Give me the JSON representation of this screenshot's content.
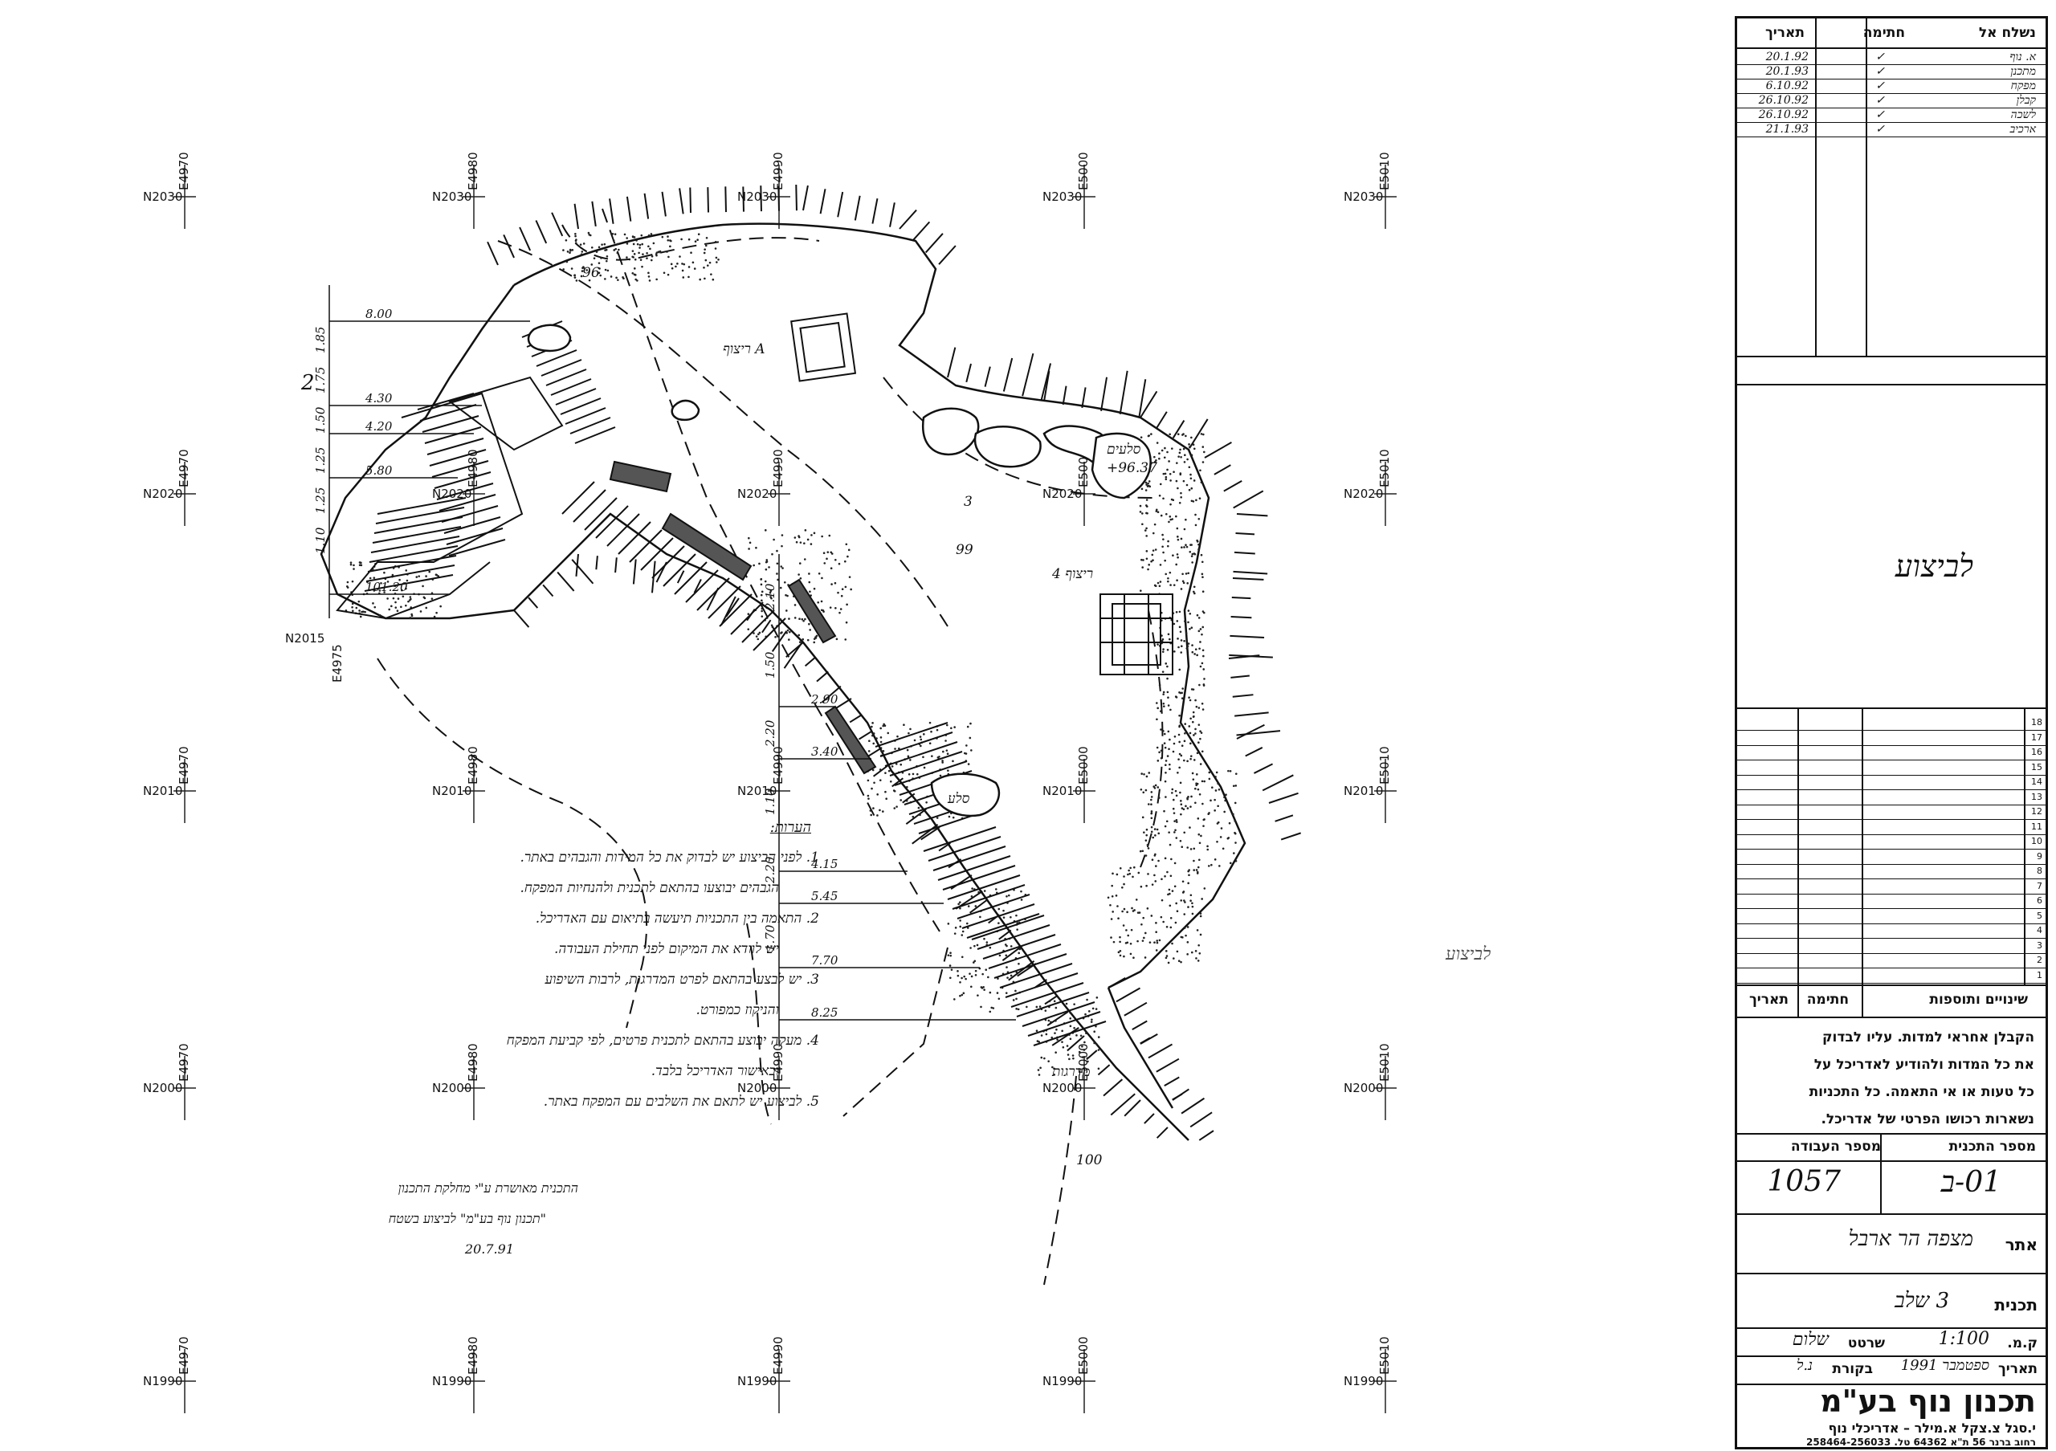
{
  "grid": {
    "north_labels": [
      "N2030",
      "N2020",
      "N2010",
      "N2000",
      "N1990"
    ],
    "east_labels": [
      "E4970",
      "E4980",
      "E4990",
      "E5000",
      "E5010"
    ],
    "extra_labels": [
      "N2015",
      "E4975"
    ]
  },
  "plan_labels": {
    "area_a": "ריצוף A",
    "area_4": "4 ריצוף",
    "stone_label": "סלע",
    "rocks_label": "סלעים",
    "rock_level": "+96.37",
    "steps_label": "מדרגות",
    "level_100": "100",
    "level_96": "96",
    "level_99": "99",
    "note_3": "3",
    "note_2": "2"
  },
  "dimensions": {
    "left": [
      "8.00",
      "4.30",
      "4.20",
      "5.80",
      "101.20"
    ],
    "lower": [
      "2.90",
      "3.40",
      "4.15",
      "5.45",
      "7.70",
      "8.25"
    ],
    "vertical": [
      "1.85",
      "1.75",
      "1.50",
      "1.25",
      "1.25",
      "1.10",
      "2.10",
      "1.50",
      "2.20",
      "1.10",
      "2.20",
      "1.70"
    ]
  },
  "notes": {
    "heading": "הערות:",
    "lines": [
      "1. לפני הביצוע יש לבדוק את כל המידות והגבהים באתר.",
      "   הגבהים יבוצעו בהתאם לתכנית ולהנחיות המפקח.",
      "2. התאמה בין התכניות תיעשה בתיאום עם האדריכל.",
      "   יש לוודא את המיקום לפני תחילת העבודה.",
      "3. יש לבצע בהתאם לפרט המדרגות, לרבות השיפוע",
      "   והניקוז כמפורט.",
      "4. מעקה יבוצע בהתאם לתכנית פרטים, לפי קביעת המפקח",
      "   ובאישור האדריכל בלבד.",
      "5. לביצוע יש לתאם את השלבים עם המפקח באתר."
    ]
  },
  "approval_note": {
    "lines": [
      "התכנית מאושרת ע\"י מחלקת התכנון",
      "\"תכנון נוף בע\"מ\" לביצוע בשטח",
      "20.7.91"
    ]
  },
  "side_scribble": "לביצוע",
  "title_block": {
    "header": {
      "col_to": "נשלח אל",
      "col_sign": "חתימה",
      "col_date": "תאריך"
    },
    "distribution": [
      {
        "to": "א. נוף",
        "sign": "✓",
        "date": "20.1.92"
      },
      {
        "to": "מתכנן",
        "sign": "✓",
        "date": "20.1.93"
      },
      {
        "to": "מפקח",
        "sign": "✓",
        "date": "6.10.92"
      },
      {
        "to": "קבלן",
        "sign": "✓",
        "date": "26.10.92"
      },
      {
        "to": "לשכה",
        "sign": "✓",
        "date": "26.10.92"
      },
      {
        "to": "ארכיב",
        "sign": "✓",
        "date": "21.1.93"
      }
    ],
    "stamp_text": "לביצוע",
    "revisions": {
      "row_numbers": [
        "18",
        "17",
        "16",
        "15",
        "14",
        "13",
        "12",
        "11",
        "10",
        "9",
        "8",
        "7",
        "6",
        "5",
        "4",
        "3",
        "2",
        "1"
      ],
      "col_changes": "שינויים ותוספות",
      "col_sign": "חתימה",
      "col_date": "תאריך"
    },
    "contractor_note": [
      "הקבלן אחראי למדות. עליו לבדוק",
      "את כל המדות ולהודיע לאדריכל על",
      "כל טעות או אי התאמה. כל התכניות",
      "נשארות רכושו הפרטי של אדריכל."
    ],
    "plan_no_label": "מספר התכנית",
    "work_no_label": "מספר העבודה",
    "plan_no": "01-ב",
    "work_no": "1057",
    "site_label": "אתר",
    "site_value": "מצפה הר ארבל",
    "plan_label": "תכנית",
    "plan_value": "3 שלב",
    "scale_label": "ק.מ.",
    "scale_value": "1:100",
    "drawn_label": "שרטט",
    "drawn_value": "שלום",
    "date_label": "תאריך",
    "date_value": "ספטמבר 1991",
    "checked_label": "בקורת",
    "checked_value": "נ.ל",
    "firm_name": "תכנון נוף בע\"מ",
    "firm_sub": "י.סגל צ.צקל א.מילר – אדריכלי נוף",
    "firm_addr": "רחוב ברנר 56 ת\"א 64362 טל. 258464-256033"
  },
  "colors": {
    "ink": "#111111",
    "paper": "#ffffff",
    "fill_dark": "#555555"
  }
}
